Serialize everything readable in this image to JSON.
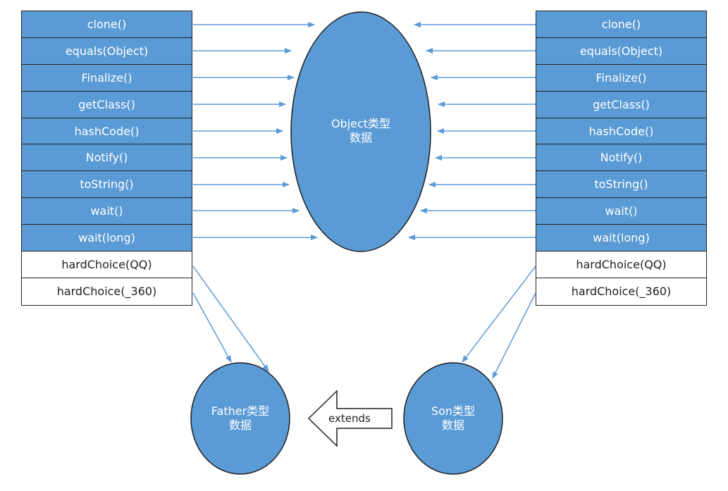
{
  "left_methods": [
    {
      "label": "clone()",
      "style": "blue"
    },
    {
      "label": "equals(Object)",
      "style": "blue"
    },
    {
      "label": "Finalize()",
      "style": "blue"
    },
    {
      "label": "getClass()",
      "style": "blue"
    },
    {
      "label": "hashCode()",
      "style": "blue"
    },
    {
      "label": "Notify()",
      "style": "blue"
    },
    {
      "label": "toString()",
      "style": "blue"
    },
    {
      "label": "wait()",
      "style": "blue"
    },
    {
      "label": "wait(long)",
      "style": "blue"
    },
    {
      "label": "hardChoice(QQ)",
      "style": "white"
    },
    {
      "label": "hardChoice(_360)",
      "style": "white"
    }
  ],
  "right_methods": [
    {
      "label": "clone()",
      "style": "blue"
    },
    {
      "label": "equals(Object)",
      "style": "blue"
    },
    {
      "label": "Finalize()",
      "style": "blue"
    },
    {
      "label": "getClass()",
      "style": "blue"
    },
    {
      "label": "hashCode()",
      "style": "blue"
    },
    {
      "label": "Notify()",
      "style": "blue"
    },
    {
      "label": "toString()",
      "style": "blue"
    },
    {
      "label": "wait()",
      "style": "blue"
    },
    {
      "label": "wait(long)",
      "style": "blue"
    },
    {
      "label": "hardChoice(QQ)",
      "style": "white"
    },
    {
      "label": "hardChoice(_360)",
      "style": "white"
    }
  ],
  "nodes": {
    "object": {
      "line1": "Object类型",
      "line2": "数据"
    },
    "father": {
      "line1": "Father类型",
      "line2": "数据"
    },
    "son": {
      "line1": "Son类型",
      "line2": "数据"
    }
  },
  "extends_label": "extends",
  "colors": {
    "fill": "#5b9bd5",
    "stroke": "#1f1f1f",
    "arrow": "#5b9bd5"
  }
}
